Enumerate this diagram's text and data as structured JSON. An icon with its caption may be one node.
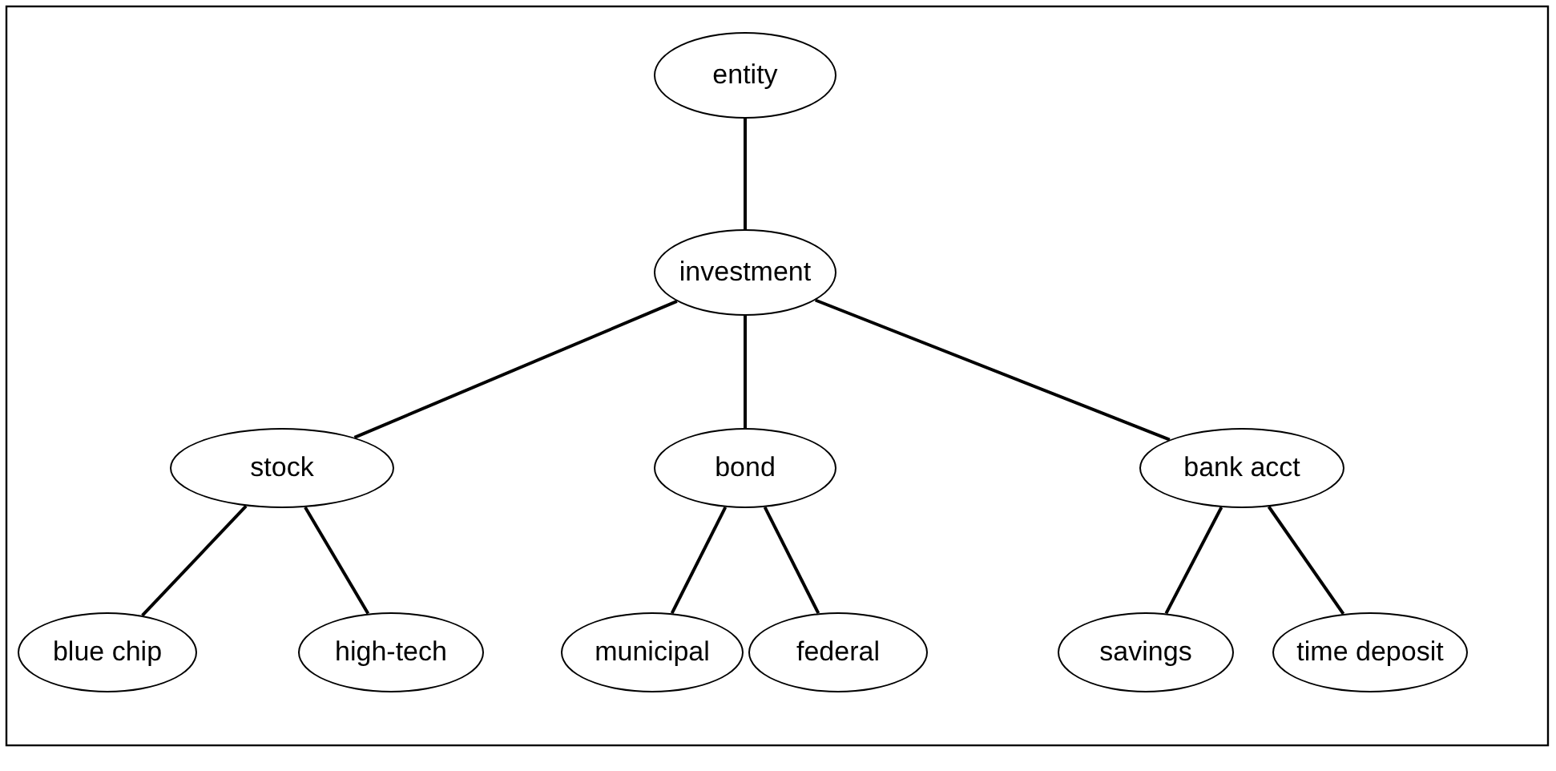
{
  "diagram": {
    "nodes": [
      {
        "text": [
          "entity"
        ]
      },
      {
        "text": [
          "investment"
        ]
      },
      {
        "text": [
          "stock"
        ]
      },
      {
        "text": [
          "bond"
        ]
      },
      {
        "text": [
          "bank acct"
        ]
      },
      {
        "text": [
          "blue chip"
        ]
      },
      {
        "text": [
          "high-tech"
        ]
      },
      {
        "text": [
          "municipal"
        ]
      },
      {
        "text": [
          "federal"
        ]
      },
      {
        "text": [
          "savings"
        ]
      },
      {
        "text": [
          "time deposit"
        ]
      }
    ],
    "edges": [
      {
        "from": 0,
        "to": 1,
        "arrow": "none"
      },
      {
        "from": 1,
        "to": 2,
        "arrow": "none"
      },
      {
        "from": 1,
        "to": 3,
        "arrow": "none"
      },
      {
        "from": 1,
        "to": 4,
        "arrow": "none"
      },
      {
        "from": 2,
        "to": 5,
        "arrow": "none"
      },
      {
        "from": 2,
        "to": 6,
        "arrow": "none"
      },
      {
        "from": 3,
        "to": 7,
        "arrow": "none"
      },
      {
        "from": 3,
        "to": 8,
        "arrow": "none"
      },
      {
        "from": 4,
        "to": 9,
        "arrow": "none"
      },
      {
        "from": 4,
        "to": 10,
        "arrow": "none"
      }
    ]
  }
}
